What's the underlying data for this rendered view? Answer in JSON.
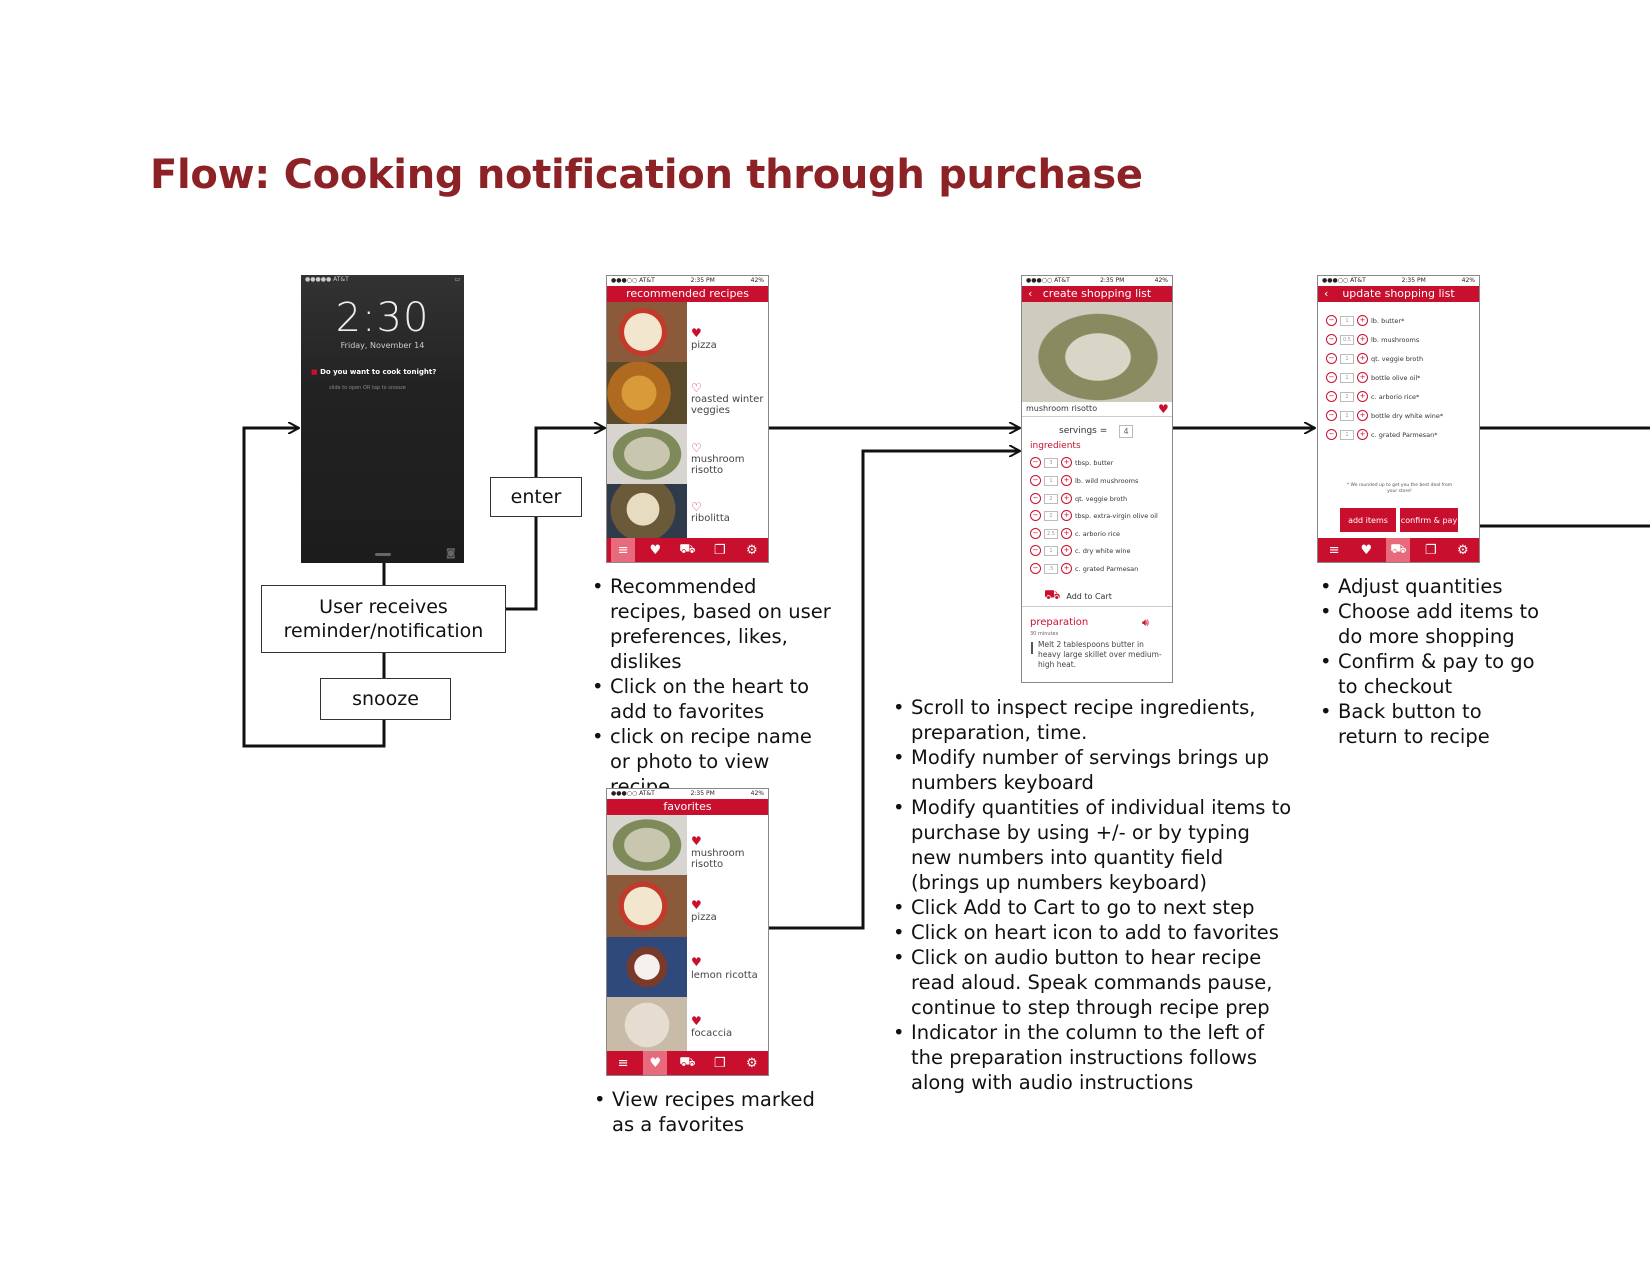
{
  "title": "Flow: Cooking notification through purchase",
  "colors": {
    "accent": "#8c2226",
    "app_red": "#c8102e"
  },
  "lock_screen": {
    "carrier": "●●●●● AT&T",
    "time": "2:30",
    "date": "Friday, November 14",
    "notification": "Do you want to cook tonight?",
    "hint": "slide to open OR tap to snooze"
  },
  "boxes": {
    "notification": "User receives reminder/notification",
    "snooze": "snooze",
    "enter": "enter"
  },
  "status_bar": {
    "carrier": "●●●○○ AT&T",
    "time": "2:35 PM",
    "battery": "42%"
  },
  "recommended": {
    "header": "recommended recipes",
    "items": [
      "pizza",
      "roasted winter veggies",
      "mushroom risotto",
      "ribolitta"
    ]
  },
  "favorites": {
    "header": "favorites",
    "items": [
      "mushroom risotto",
      "pizza",
      "lemon ricotta",
      "focaccia"
    ]
  },
  "recipe": {
    "header": "create shopping list",
    "name": "mushroom risotto",
    "servings_label": "servings =",
    "servings": "4",
    "ingredients_label": "ingredients",
    "ingredients": [
      {
        "qty": "3",
        "item": "tbsp. butter"
      },
      {
        "qty": "1",
        "item": "lb. wild mushrooms"
      },
      {
        "qty": "2",
        "item": "qt. veggie broth"
      },
      {
        "qty": "2",
        "item": "tbsp. extra-virgin olive oil"
      },
      {
        "qty": "2.5",
        "item": "c. arborio rice"
      },
      {
        "qty": "1",
        "item": "c. dry white wine"
      },
      {
        "qty": ".5",
        "item": "c. grated Parmesan"
      }
    ],
    "add_to_cart": "Add to Cart",
    "preparation_label": "preparation",
    "prep_time": "30 minutes",
    "prep_text": "Melt 2 tablespoons butter in heavy large skillet over medium-high heat."
  },
  "shopping": {
    "header": "update shopping list",
    "items": [
      {
        "qty": "1",
        "item": "lb. butter*"
      },
      {
        "qty": "0.5",
        "item": "lb. mushrooms"
      },
      {
        "qty": "1",
        "item": "qt. veggie broth"
      },
      {
        "qty": "1",
        "item": "bottle olive oil*"
      },
      {
        "qty": "2",
        "item": "c. arborio rice*"
      },
      {
        "qty": "1",
        "item": "bottle dry white wine*"
      },
      {
        "qty": "1",
        "item": "c. grated Parmesan*"
      }
    ],
    "note": "* We rounded up to get you the best deal from your store!",
    "add_items": "add items",
    "confirm_pay": "confirm & pay"
  },
  "tab_icons": [
    "menu-icon",
    "heart-icon",
    "cart-icon",
    "copy-icon",
    "gear-icon"
  ],
  "notes": {
    "recommended": [
      "Recommended recipes, based on user preferences, likes, dislikes",
      "Click on the heart to add to favorites",
      "click on recipe name or photo to view recipe"
    ],
    "favorites": [
      "View recipes marked as a favorites"
    ],
    "recipe": [
      "Scroll to inspect recipe ingredients, preparation, time.",
      "Modify number of servings brings up numbers keyboard",
      "Modify quantities of individual items to purchase by using +/- or by typing new numbers into quantity field (brings up numbers keyboard)",
      "Click Add to Cart to go to next step",
      "Click on heart icon to add to favorites",
      "Click on audio button to hear recipe read aloud. Speak commands pause, continue to step through recipe prep",
      "Indicator in the column to the left of the preparation instructions follows along with audio instructions"
    ],
    "shopping": [
      "Adjust quantities",
      "Choose add items to do more shopping",
      "Confirm & pay to go to checkout",
      "Back button to return to recipe"
    ]
  }
}
